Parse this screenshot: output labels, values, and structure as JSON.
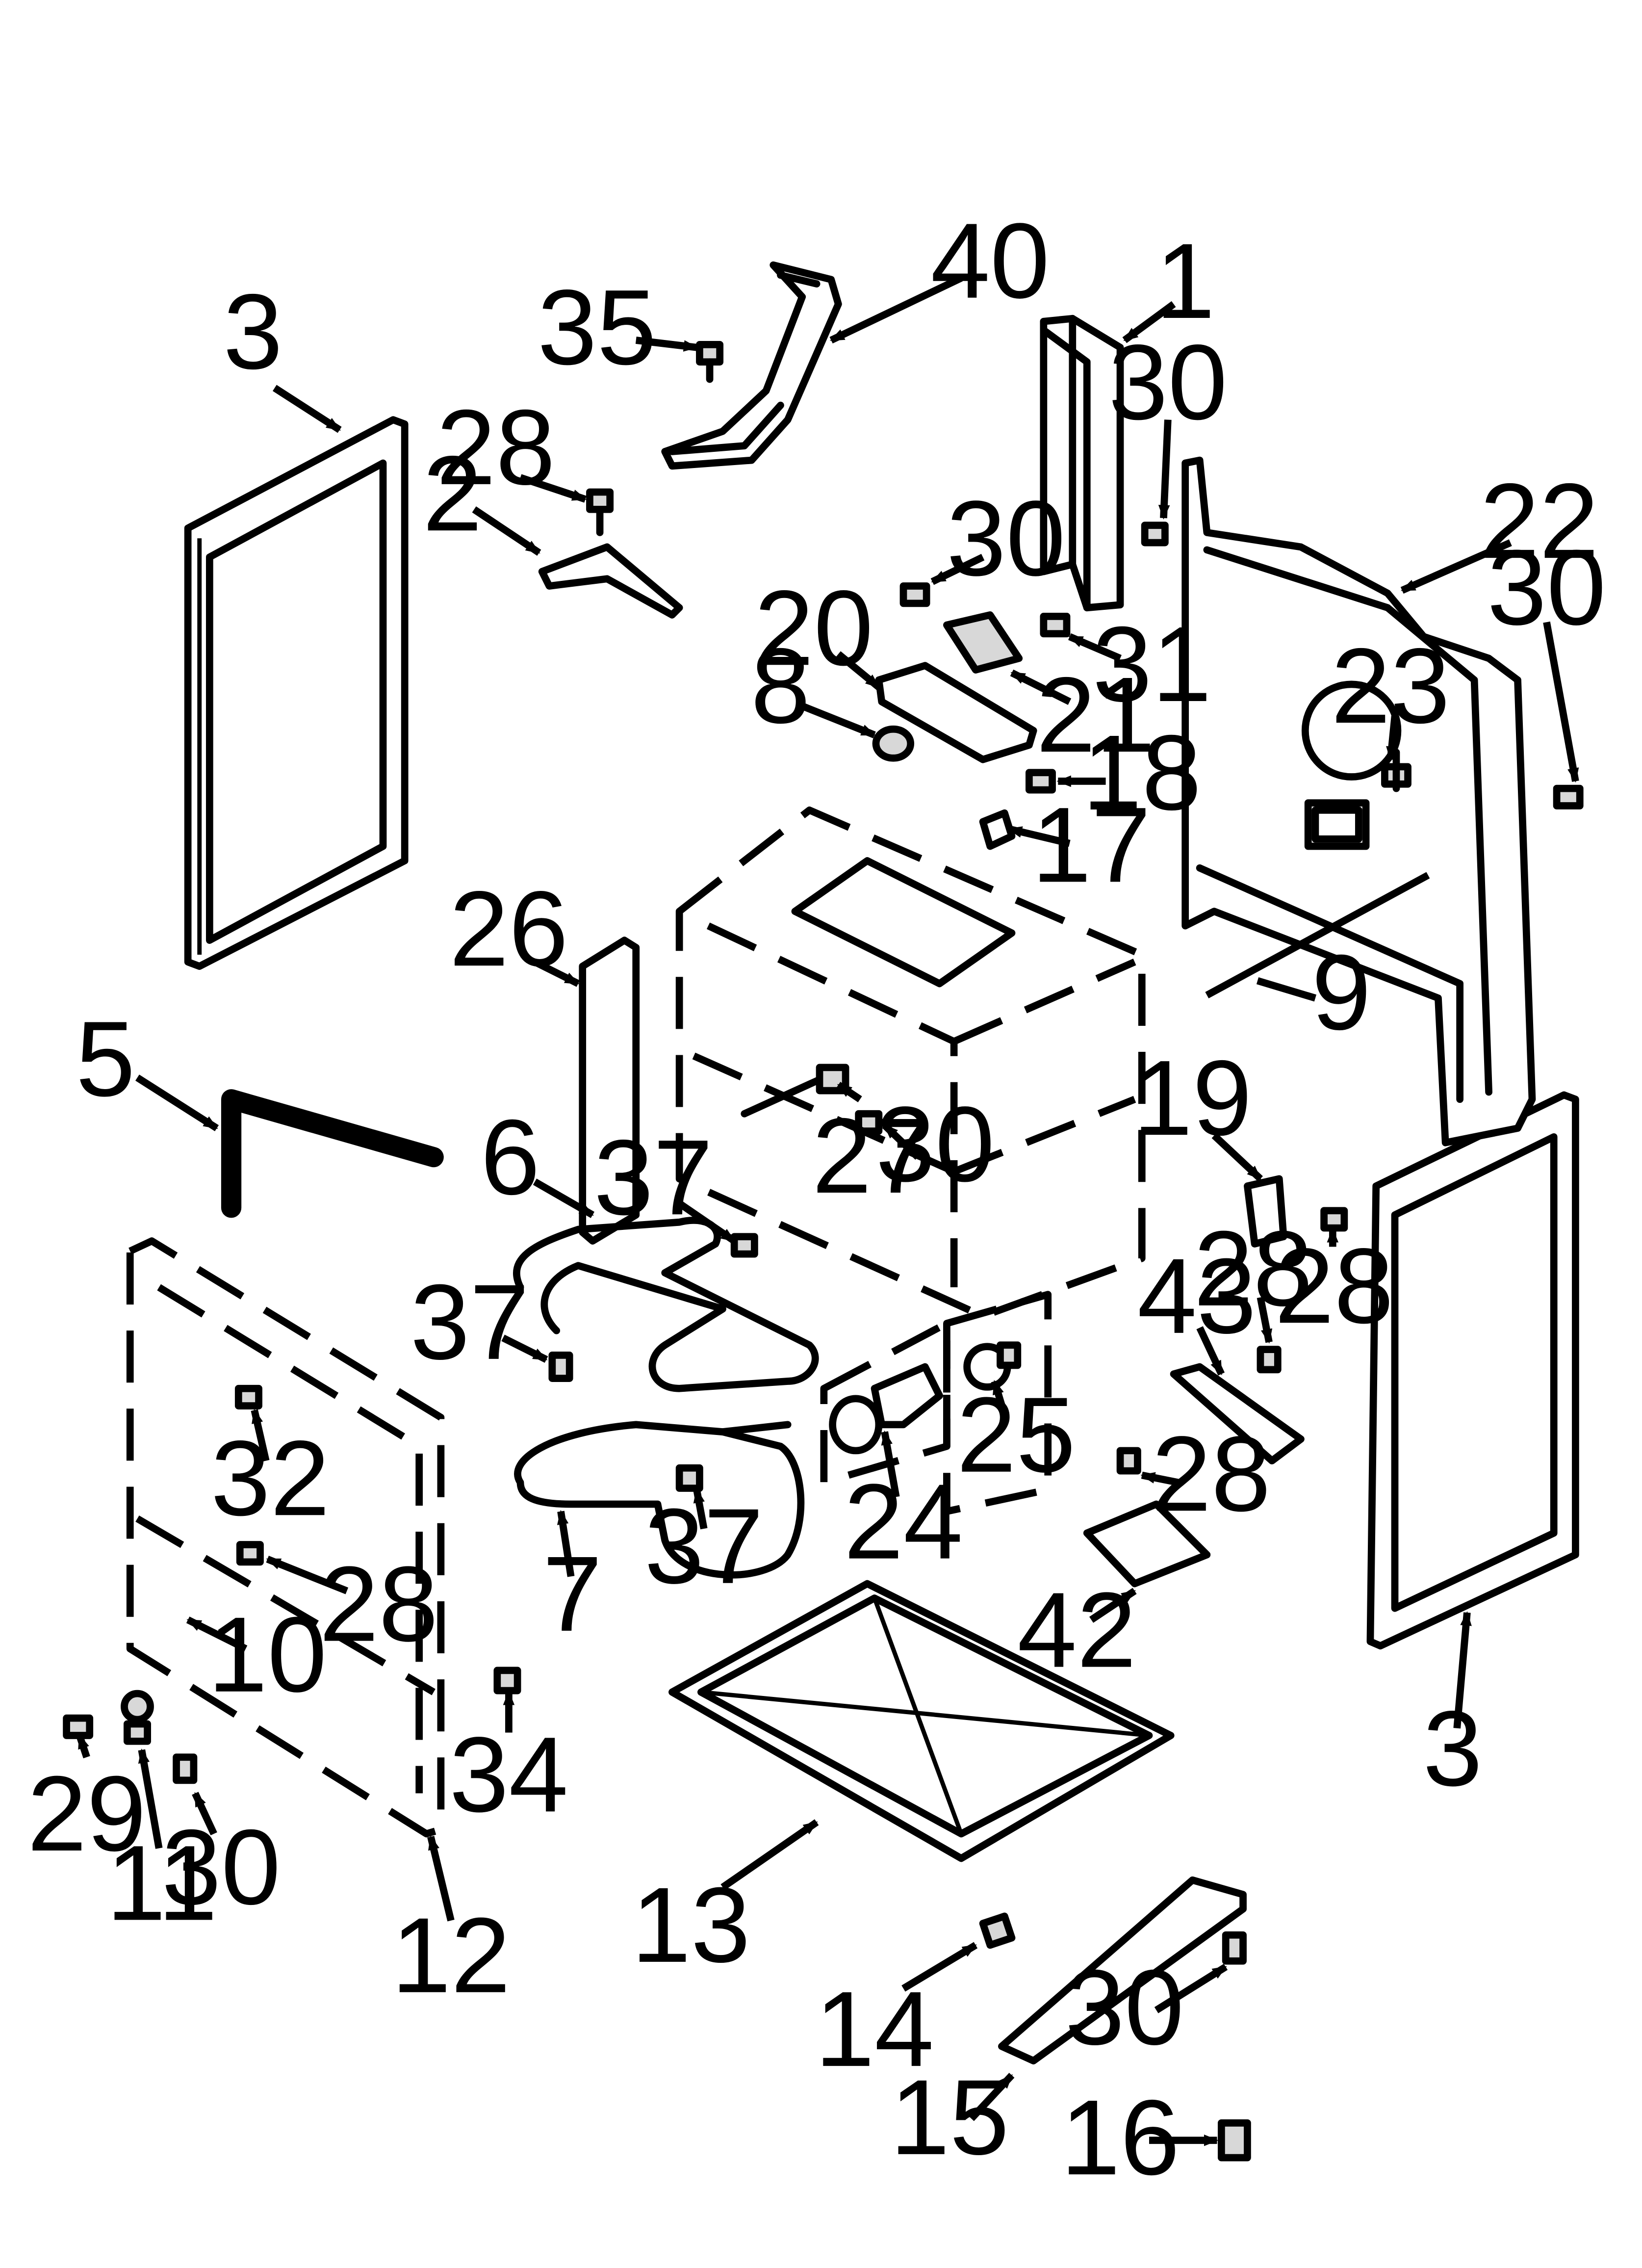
{
  "callouts": [
    {
      "id": "c40",
      "label": "40"
    },
    {
      "id": "c1",
      "label": "1"
    },
    {
      "id": "c35",
      "label": "35"
    },
    {
      "id": "c3a",
      "label": "3"
    },
    {
      "id": "c30a",
      "label": "30"
    },
    {
      "id": "c28a",
      "label": "28"
    },
    {
      "id": "c2",
      "label": "2"
    },
    {
      "id": "c22",
      "label": "22"
    },
    {
      "id": "c30b",
      "label": "30"
    },
    {
      "id": "c30c",
      "label": "30"
    },
    {
      "id": "c20",
      "label": "20"
    },
    {
      "id": "c31",
      "label": "31"
    },
    {
      "id": "c8",
      "label": "8"
    },
    {
      "id": "c21",
      "label": "21"
    },
    {
      "id": "c23",
      "label": "23"
    },
    {
      "id": "c18",
      "label": "18"
    },
    {
      "id": "c17",
      "label": "17"
    },
    {
      "id": "c26",
      "label": "26"
    },
    {
      "id": "c9",
      "label": "9"
    },
    {
      "id": "c5",
      "label": "5"
    },
    {
      "id": "c19",
      "label": "19"
    },
    {
      "id": "c6",
      "label": "6"
    },
    {
      "id": "c37a",
      "label": "37"
    },
    {
      "id": "c27",
      "label": "27"
    },
    {
      "id": "c30d",
      "label": "30"
    },
    {
      "id": "c28b",
      "label": "28"
    },
    {
      "id": "c28c",
      "label": "28"
    },
    {
      "id": "c37b",
      "label": "37"
    },
    {
      "id": "c43",
      "label": "43"
    },
    {
      "id": "c32",
      "label": "32"
    },
    {
      "id": "c25",
      "label": "25"
    },
    {
      "id": "c24",
      "label": "24"
    },
    {
      "id": "c28d",
      "label": "28"
    },
    {
      "id": "c37c",
      "label": "37"
    },
    {
      "id": "c7",
      "label": "7"
    },
    {
      "id": "c42",
      "label": "42"
    },
    {
      "id": "c28e",
      "label": "28"
    },
    {
      "id": "c10",
      "label": "10"
    },
    {
      "id": "c34",
      "label": "34"
    },
    {
      "id": "c3b",
      "label": "3"
    },
    {
      "id": "c29",
      "label": "29"
    },
    {
      "id": "c30e",
      "label": "30"
    },
    {
      "id": "c11",
      "label": "11"
    },
    {
      "id": "c12",
      "label": "12"
    },
    {
      "id": "c13",
      "label": "13"
    },
    {
      "id": "c14",
      "label": "14"
    },
    {
      "id": "c30f",
      "label": "30"
    },
    {
      "id": "c15",
      "label": "15"
    },
    {
      "id": "c16",
      "label": "16"
    }
  ]
}
